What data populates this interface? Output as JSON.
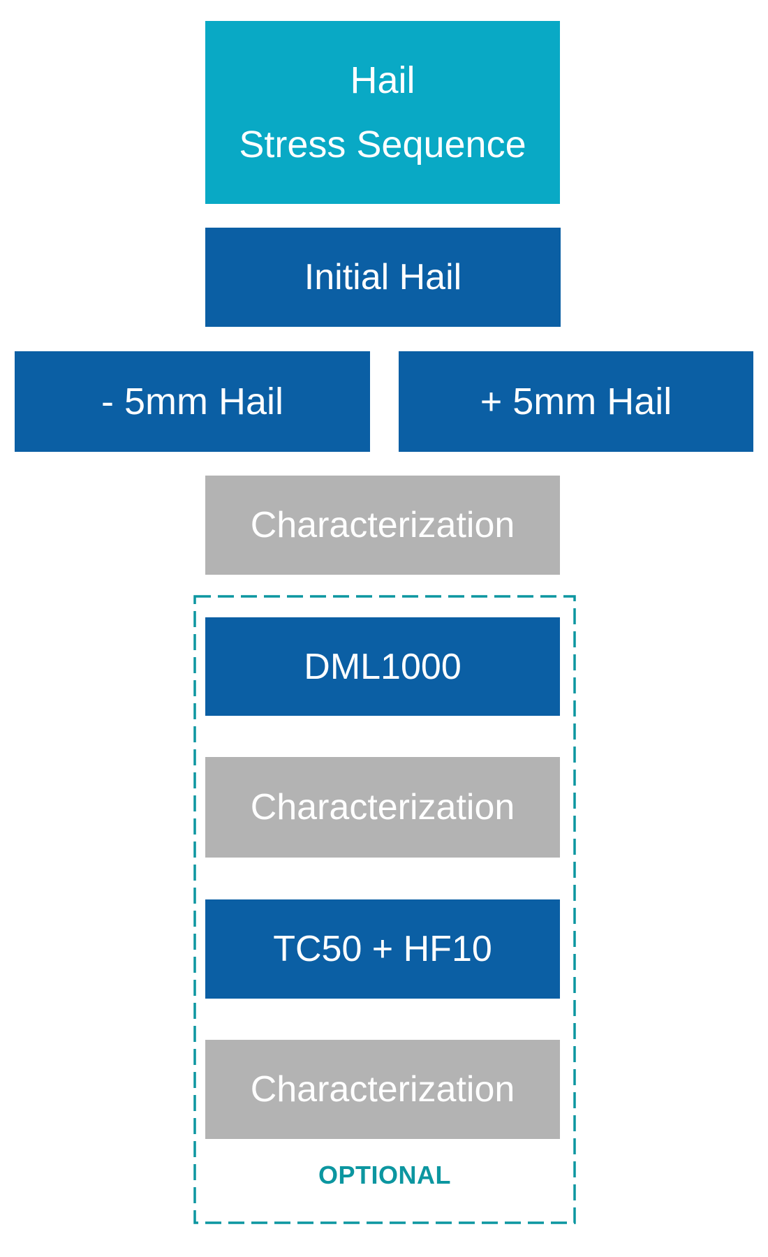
{
  "colors": {
    "background": "#ffffff",
    "teal_box": "#09a9c5",
    "blue_box": "#0b5fa4",
    "gray_box": "#b3b3b3",
    "accent_teal": "#0c96a0",
    "box_text": "#ffffff"
  },
  "flowchart": {
    "header": {
      "line1": "Hail",
      "line2": "Stress Sequence"
    },
    "initial": {
      "label": "Initial Hail"
    },
    "branch_left": {
      "label": "- 5mm Hail"
    },
    "branch_right": {
      "label": "+ 5mm Hail"
    },
    "characterization_1": {
      "label": "Characterization"
    },
    "optional_group": {
      "dml": {
        "label": "DML1000"
      },
      "characterization_2": {
        "label": "Characterization"
      },
      "tc_hf": {
        "label": "TC50 + HF10"
      },
      "characterization_3": {
        "label": "Characterization"
      },
      "caption": "OPTIONAL"
    }
  }
}
